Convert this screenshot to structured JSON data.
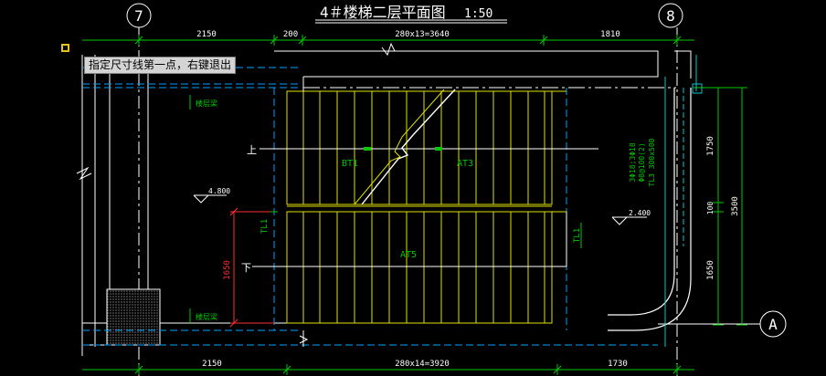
{
  "drawing": {
    "title": "4＃楼梯二层平面图",
    "scale": "1:50",
    "axis_left": "7",
    "axis_right": "8",
    "axis_bottom": "A"
  },
  "dimensions": {
    "top": [
      "2150",
      "200",
      "280x13=3640",
      "1810"
    ],
    "bottom": [
      "2150",
      "280x14=3920",
      "1730"
    ],
    "right_inner": [
      "1750",
      "100",
      "1650"
    ],
    "right_total": "3500",
    "left_red": "1650"
  },
  "labels": {
    "bt1": "BT1",
    "at3": "AT3",
    "at5": "AT5",
    "up": "上",
    "down": "下",
    "tl1_left": "TL1",
    "tl1_right": "TL1",
    "beam_spec_1": "3Φ18;3Φ18",
    "beam_spec_2": "Φ8@100(2)",
    "beam_spec_3": "TL3 300x500",
    "level_1": "4.800",
    "level_2": "2.400",
    "beam_note_1": "楼层梁",
    "beam_note_2": "楼层梁"
  },
  "tooltip": {
    "text": "指定尺寸线第一点，右键退出"
  },
  "colors": {
    "background": "#000000",
    "dim": "#00c800",
    "stair": "#e0e000",
    "wall": "#ffffff",
    "axis": "#00c8c8",
    "red_dim": "#ff3030",
    "hidden": "#00a0ff"
  }
}
